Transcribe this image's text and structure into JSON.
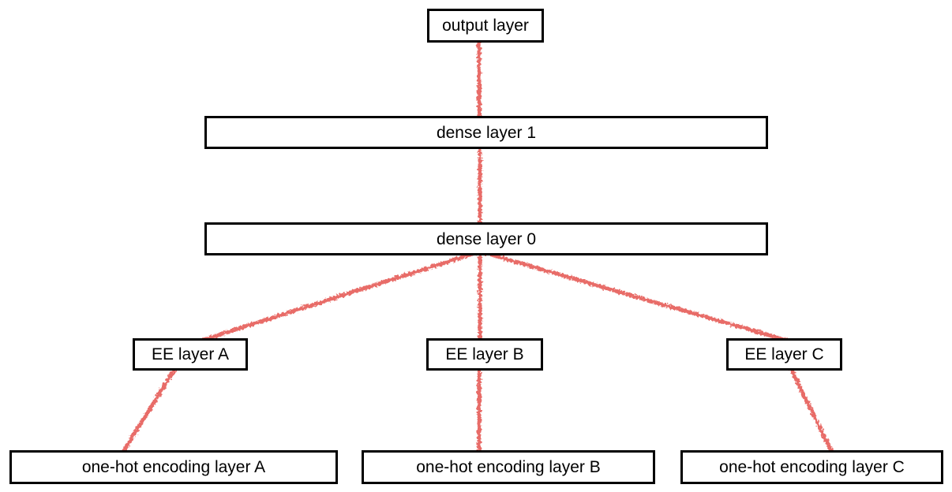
{
  "diagram": {
    "type": "neural-network-architecture",
    "nodes": [
      {
        "id": "output",
        "label": "output layer"
      },
      {
        "id": "dense1",
        "label": "dense layer 1"
      },
      {
        "id": "dense0",
        "label": "dense layer 0"
      },
      {
        "id": "ee_a",
        "label": "EE layer A"
      },
      {
        "id": "ee_b",
        "label": "EE layer B"
      },
      {
        "id": "ee_c",
        "label": "EE layer C"
      },
      {
        "id": "onehot_a",
        "label": "one-hot encoding layer A"
      },
      {
        "id": "onehot_b",
        "label": "one-hot encoding layer B"
      },
      {
        "id": "onehot_c",
        "label": "one-hot encoding layer C"
      }
    ],
    "edges": [
      {
        "from": "onehot_a",
        "to": "ee_a"
      },
      {
        "from": "onehot_b",
        "to": "ee_b"
      },
      {
        "from": "onehot_c",
        "to": "ee_c"
      },
      {
        "from": "ee_a",
        "to": "dense0"
      },
      {
        "from": "ee_b",
        "to": "dense0"
      },
      {
        "from": "ee_c",
        "to": "dense0"
      },
      {
        "from": "dense0",
        "to": "dense1"
      },
      {
        "from": "dense1",
        "to": "output"
      }
    ],
    "colors": {
      "edge": "#e7645f",
      "box_border": "#000000",
      "box_fill": "#ffffff",
      "text": "#000000",
      "background": "#ffffff"
    },
    "edge_style": "hand-drawn-crayon"
  }
}
